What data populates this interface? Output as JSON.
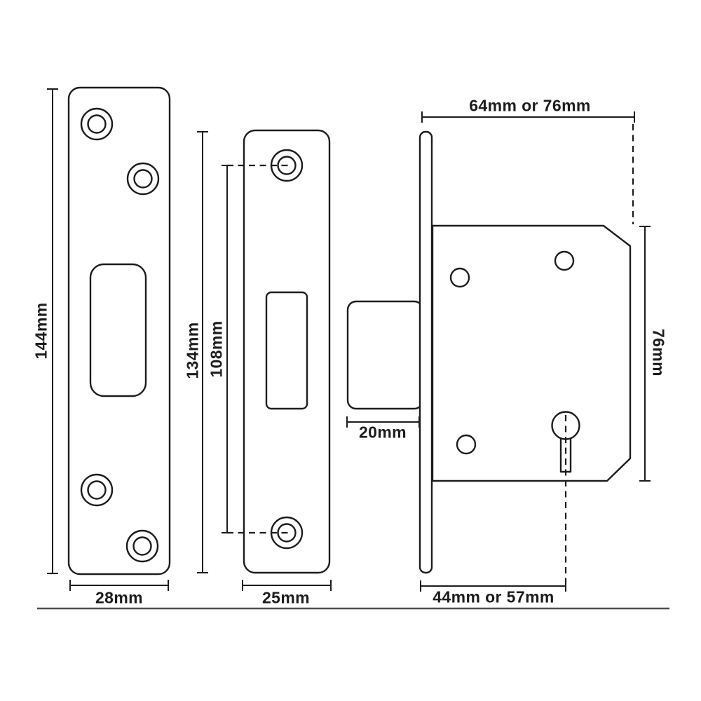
{
  "diagram": {
    "colors": {
      "line": "#1c1c1c",
      "baseline": "#4f4f4f",
      "background": "#ffffff"
    },
    "labels": {
      "strike_plate_height": "144mm",
      "strike_plate_width": "28mm",
      "faceplate_height": "134mm",
      "screw_hole_spacing": "108mm",
      "faceplate_width": "25mm",
      "case_depth": "64mm or 76mm",
      "bolt_length": "20mm",
      "case_height": "76mm",
      "backset": "44mm or 57mm"
    }
  }
}
